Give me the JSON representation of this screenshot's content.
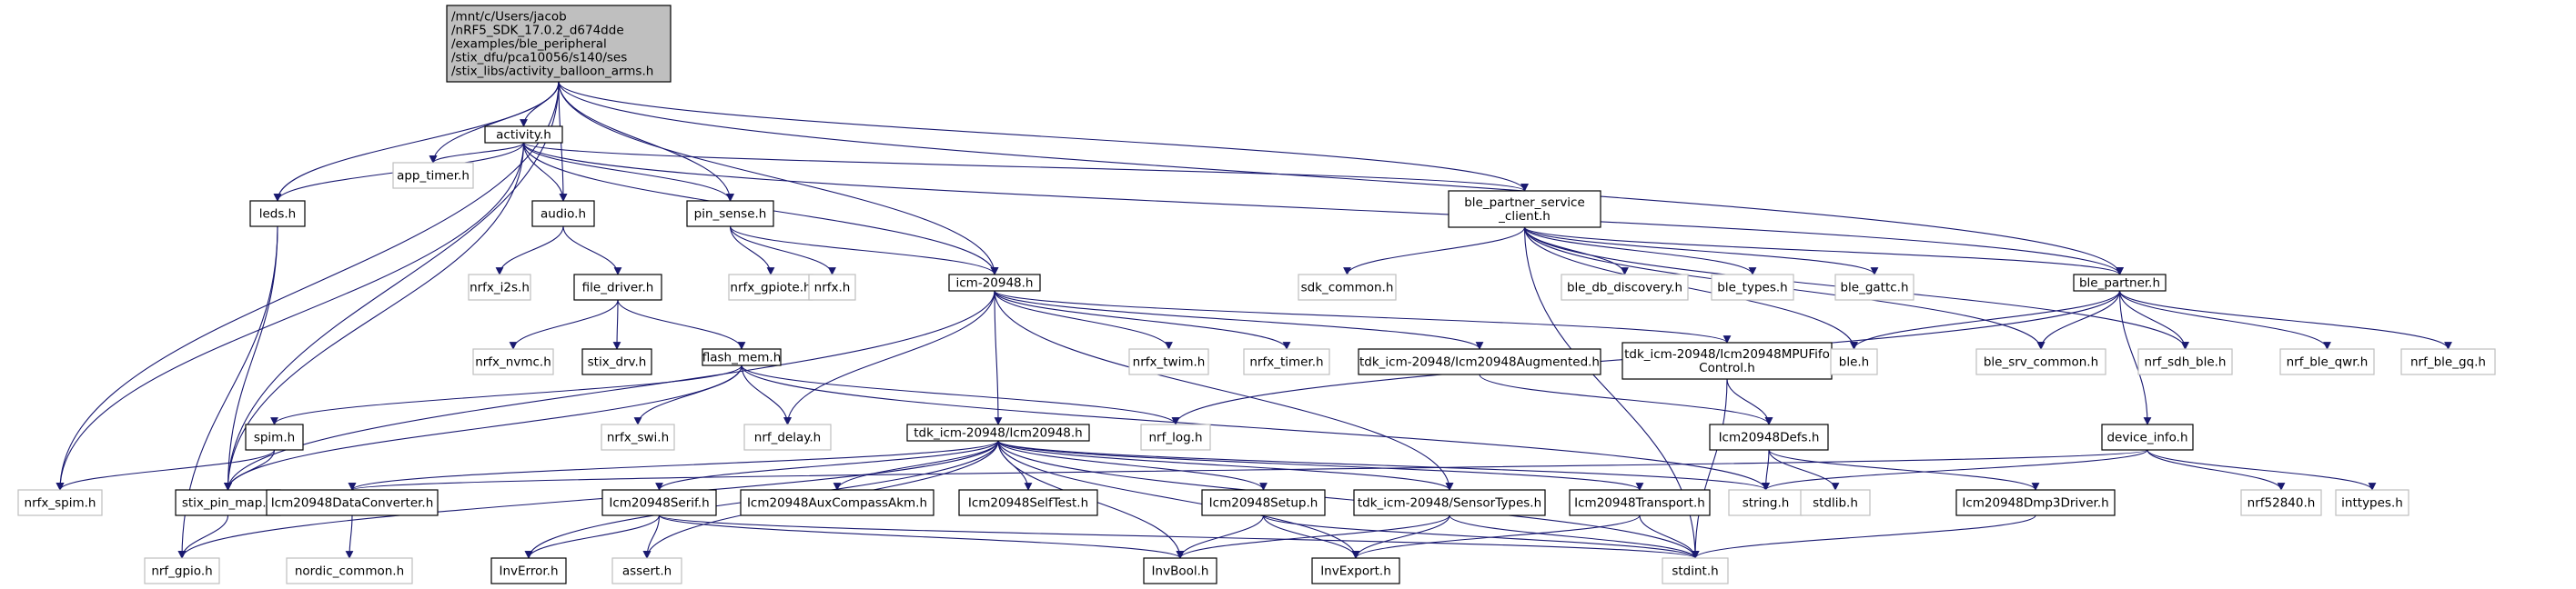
{
  "colors": {
    "edge": "#191970",
    "root_fill": "#bfbfbf",
    "root_border": "#000000",
    "project_border": "#000000",
    "external_border": "#bfbfbf",
    "external_text": "#000000",
    "background": "#ffffff"
  },
  "nodes": [
    {
      "id": "root",
      "kind": "root",
      "lines": [
        "/mnt/c/Users/jacob",
        "/nRF5_SDK_17.0.2_d674dde",
        "/examples/ble_peripheral",
        "/stix_dfu/pca10056/s140/ses",
        "/stix_libs/activity_balloon_arms.h"
      ]
    },
    {
      "id": "activity",
      "kind": "project",
      "lines": [
        "activity.h"
      ]
    },
    {
      "id": "app_timer",
      "kind": "external",
      "lines": [
        "app_timer.h"
      ]
    },
    {
      "id": "leds",
      "kind": "project",
      "lines": [
        "leds.h"
      ]
    },
    {
      "id": "audio",
      "kind": "project",
      "lines": [
        "audio.h"
      ]
    },
    {
      "id": "pin_sense",
      "kind": "project",
      "lines": [
        "pin_sense.h"
      ]
    },
    {
      "id": "ble_partner_service",
      "kind": "project",
      "lines": [
        "ble_partner_service",
        "_client.h"
      ]
    },
    {
      "id": "nrfx_i2s",
      "kind": "external",
      "lines": [
        "nrfx_i2s.h"
      ]
    },
    {
      "id": "file_driver",
      "kind": "project",
      "lines": [
        "file_driver.h"
      ]
    },
    {
      "id": "nrfx_gpiote",
      "kind": "external",
      "lines": [
        "nrfx_gpiote.h"
      ]
    },
    {
      "id": "nrfx",
      "kind": "external",
      "lines": [
        "nrfx.h"
      ]
    },
    {
      "id": "icm20948",
      "kind": "project",
      "lines": [
        "icm-20948.h"
      ]
    },
    {
      "id": "sdk_common",
      "kind": "external",
      "lines": [
        "sdk_common.h"
      ]
    },
    {
      "id": "ble_db_discovery",
      "kind": "external",
      "lines": [
        "ble_db_discovery.h"
      ]
    },
    {
      "id": "ble_types",
      "kind": "external",
      "lines": [
        "ble_types.h"
      ]
    },
    {
      "id": "ble_gattc",
      "kind": "external",
      "lines": [
        "ble_gattc.h"
      ]
    },
    {
      "id": "ble_partner",
      "kind": "project",
      "lines": [
        "ble_partner.h"
      ]
    },
    {
      "id": "nrfx_nvmc",
      "kind": "external",
      "lines": [
        "nrfx_nvmc.h"
      ]
    },
    {
      "id": "stix_drv",
      "kind": "project",
      "lines": [
        "stix_drv.h"
      ]
    },
    {
      "id": "flash_mem",
      "kind": "project",
      "lines": [
        "flash_mem.h"
      ]
    },
    {
      "id": "nrfx_twim",
      "kind": "external",
      "lines": [
        "nrfx_twim.h"
      ]
    },
    {
      "id": "nrfx_timer",
      "kind": "external",
      "lines": [
        "nrfx_timer.h"
      ]
    },
    {
      "id": "augmented",
      "kind": "project",
      "lines": [
        "tdk_icm-20948/Icm20948Augmented.h"
      ]
    },
    {
      "id": "mpufifo",
      "kind": "project",
      "lines": [
        "tdk_icm-20948/Icm20948MPUFifo",
        "Control.h"
      ]
    },
    {
      "id": "ble_h",
      "kind": "external",
      "lines": [
        "ble.h"
      ]
    },
    {
      "id": "ble_srv_common",
      "kind": "external",
      "lines": [
        "ble_srv_common.h"
      ]
    },
    {
      "id": "nrf_sdh_ble",
      "kind": "external",
      "lines": [
        "nrf_sdh_ble.h"
      ]
    },
    {
      "id": "nrf_ble_qwr",
      "kind": "external",
      "lines": [
        "nrf_ble_qwr.h"
      ]
    },
    {
      "id": "nrf_ble_gq",
      "kind": "external",
      "lines": [
        "nrf_ble_gq.h"
      ]
    },
    {
      "id": "spim",
      "kind": "project",
      "lines": [
        "spim.h"
      ]
    },
    {
      "id": "nrfx_swi",
      "kind": "external",
      "lines": [
        "nrfx_swi.h"
      ]
    },
    {
      "id": "nrf_delay",
      "kind": "external",
      "lines": [
        "nrf_delay.h"
      ]
    },
    {
      "id": "nrf_log",
      "kind": "external",
      "lines": [
        "nrf_log.h"
      ]
    },
    {
      "id": "icm_main",
      "kind": "project",
      "lines": [
        "tdk_icm-20948/Icm20948.h"
      ]
    },
    {
      "id": "defs",
      "kind": "project",
      "lines": [
        "Icm20948Defs.h"
      ]
    },
    {
      "id": "device_info",
      "kind": "project",
      "lines": [
        "device_info.h"
      ]
    },
    {
      "id": "nrfx_spim",
      "kind": "external",
      "lines": [
        "nrfx_spim.h"
      ]
    },
    {
      "id": "stix_pin_map",
      "kind": "project",
      "lines": [
        "stix_pin_map.h"
      ]
    },
    {
      "id": "dataconv",
      "kind": "project",
      "lines": [
        "Icm20948DataConverter.h"
      ]
    },
    {
      "id": "auxcompass",
      "kind": "project",
      "lines": [
        "Icm20948AuxCompassAkm.h"
      ]
    },
    {
      "id": "selftest",
      "kind": "project",
      "lines": [
        "Icm20948SelfTest.h"
      ]
    },
    {
      "id": "setup",
      "kind": "project",
      "lines": [
        "Icm20948Setup.h"
      ]
    },
    {
      "id": "sensortypes",
      "kind": "project",
      "lines": [
        "tdk_icm-20948/SensorTypes.h"
      ]
    },
    {
      "id": "transport",
      "kind": "project",
      "lines": [
        "Icm20948Transport.h"
      ]
    },
    {
      "id": "dmp3",
      "kind": "project",
      "lines": [
        "Icm20948Dmp3Driver.h"
      ]
    },
    {
      "id": "string_h",
      "kind": "external",
      "lines": [
        "string.h"
      ]
    },
    {
      "id": "stdlib_h",
      "kind": "external",
      "lines": [
        "stdlib.h"
      ]
    },
    {
      "id": "nrf52840",
      "kind": "external",
      "lines": [
        "nrf52840.h"
      ]
    },
    {
      "id": "inttypes",
      "kind": "external",
      "lines": [
        "inttypes.h"
      ]
    },
    {
      "id": "serif",
      "kind": "project",
      "lines": [
        "Icm20948Serif.h"
      ]
    },
    {
      "id": "nordic_common",
      "kind": "external",
      "lines": [
        "nordic_common.h"
      ]
    },
    {
      "id": "nrf_gpio",
      "kind": "external",
      "lines": [
        "nrf_gpio.h"
      ]
    },
    {
      "id": "inverror",
      "kind": "project",
      "lines": [
        "InvError.h"
      ]
    },
    {
      "id": "assert_h",
      "kind": "external",
      "lines": [
        "assert.h"
      ]
    },
    {
      "id": "invbool",
      "kind": "project",
      "lines": [
        "InvBool.h"
      ]
    },
    {
      "id": "invexport",
      "kind": "project",
      "lines": [
        "InvExport.h"
      ]
    },
    {
      "id": "stdint",
      "kind": "external",
      "lines": [
        "stdint.h"
      ]
    }
  ],
  "edges": [
    [
      "root",
      "activity"
    ],
    [
      "root",
      "app_timer"
    ],
    [
      "root",
      "leds"
    ],
    [
      "root",
      "audio"
    ],
    [
      "root",
      "pin_sense"
    ],
    [
      "root",
      "ble_partner_service"
    ],
    [
      "root",
      "icm20948"
    ],
    [
      "root",
      "ble_partner"
    ],
    [
      "root",
      "nrfx_spim"
    ],
    [
      "root",
      "stix_pin_map"
    ],
    [
      "activity",
      "app_timer"
    ],
    [
      "activity",
      "leds"
    ],
    [
      "activity",
      "audio"
    ],
    [
      "activity",
      "pin_sense"
    ],
    [
      "activity",
      "ble_partner_service"
    ],
    [
      "activity",
      "icm20948"
    ],
    [
      "activity",
      "ble_partner"
    ],
    [
      "activity",
      "nrfx_spim"
    ],
    [
      "activity",
      "stix_pin_map"
    ],
    [
      "leds",
      "stix_pin_map"
    ],
    [
      "leds",
      "nrf_gpio"
    ],
    [
      "audio",
      "nrfx_i2s"
    ],
    [
      "audio",
      "file_driver"
    ],
    [
      "file_driver",
      "nrfx_nvmc"
    ],
    [
      "file_driver",
      "stix_drv"
    ],
    [
      "file_driver",
      "flash_mem"
    ],
    [
      "pin_sense",
      "nrfx_gpiote"
    ],
    [
      "pin_sense",
      "nrfx"
    ],
    [
      "pin_sense",
      "icm20948"
    ],
    [
      "flash_mem",
      "spim"
    ],
    [
      "flash_mem",
      "nrfx_swi"
    ],
    [
      "flash_mem",
      "nrf_delay"
    ],
    [
      "flash_mem",
      "nrf_log"
    ],
    [
      "flash_mem",
      "stix_pin_map"
    ],
    [
      "flash_mem",
      "string_h"
    ],
    [
      "spim",
      "nrfx_spim"
    ],
    [
      "spim",
      "stix_pin_map"
    ],
    [
      "stix_pin_map",
      "nrf_gpio"
    ],
    [
      "icm20948",
      "nrfx_twim"
    ],
    [
      "icm20948",
      "nrfx_timer"
    ],
    [
      "icm20948",
      "augmented"
    ],
    [
      "icm20948",
      "mpufifo"
    ],
    [
      "icm20948",
      "nrf_delay"
    ],
    [
      "icm20948",
      "icm_main"
    ],
    [
      "icm20948",
      "stix_pin_map"
    ],
    [
      "icm20948",
      "sensortypes"
    ],
    [
      "ble_partner_service",
      "sdk_common"
    ],
    [
      "ble_partner_service",
      "ble_db_discovery"
    ],
    [
      "ble_partner_service",
      "ble_types"
    ],
    [
      "ble_partner_service",
      "ble_gattc"
    ],
    [
      "ble_partner_service",
      "ble_partner"
    ],
    [
      "ble_partner_service",
      "ble_h"
    ],
    [
      "ble_partner_service",
      "ble_srv_common"
    ],
    [
      "ble_partner_service",
      "nrf_sdh_ble"
    ],
    [
      "ble_partner_service",
      "stdint"
    ],
    [
      "ble_partner",
      "ble_h"
    ],
    [
      "ble_partner",
      "ble_srv_common"
    ],
    [
      "ble_partner",
      "nrf_sdh_ble"
    ],
    [
      "ble_partner",
      "nrf_ble_qwr"
    ],
    [
      "ble_partner",
      "nrf_ble_gq"
    ],
    [
      "ble_partner",
      "device_info"
    ],
    [
      "ble_partner",
      "nrf_log"
    ],
    [
      "augmented",
      "defs"
    ],
    [
      "mpufifo",
      "defs"
    ],
    [
      "mpufifo",
      "stdint"
    ],
    [
      "defs",
      "string_h"
    ],
    [
      "defs",
      "stdlib_h"
    ],
    [
      "defs",
      "dmp3"
    ],
    [
      "dmp3",
      "stdint"
    ],
    [
      "device_info",
      "nrf52840"
    ],
    [
      "device_info",
      "inttypes"
    ],
    [
      "device_info",
      "string_h"
    ],
    [
      "device_info",
      "dataconv"
    ],
    [
      "icm_main",
      "dataconv"
    ],
    [
      "icm_main",
      "auxcompass"
    ],
    [
      "icm_main",
      "selftest"
    ],
    [
      "icm_main",
      "setup"
    ],
    [
      "icm_main",
      "sensortypes"
    ],
    [
      "icm_main",
      "transport"
    ],
    [
      "icm_main",
      "serif"
    ],
    [
      "icm_main",
      "inverror"
    ],
    [
      "icm_main",
      "assert_h"
    ],
    [
      "icm_main",
      "invbool"
    ],
    [
      "icm_main",
      "invexport"
    ],
    [
      "icm_main",
      "string_h"
    ],
    [
      "icm_main",
      "nrf_gpio"
    ],
    [
      "icm_main",
      "stdint"
    ],
    [
      "dataconv",
      "nordic_common"
    ],
    [
      "setup",
      "invbool"
    ],
    [
      "setup",
      "invexport"
    ],
    [
      "setup",
      "stdint"
    ],
    [
      "sensortypes",
      "invbool"
    ],
    [
      "sensortypes",
      "invexport"
    ],
    [
      "sensortypes",
      "stdint"
    ],
    [
      "transport",
      "invexport"
    ],
    [
      "transport",
      "stdint"
    ],
    [
      "serif",
      "inverror"
    ],
    [
      "serif",
      "assert_h"
    ],
    [
      "serif",
      "invbool"
    ],
    [
      "serif",
      "stdint"
    ]
  ]
}
